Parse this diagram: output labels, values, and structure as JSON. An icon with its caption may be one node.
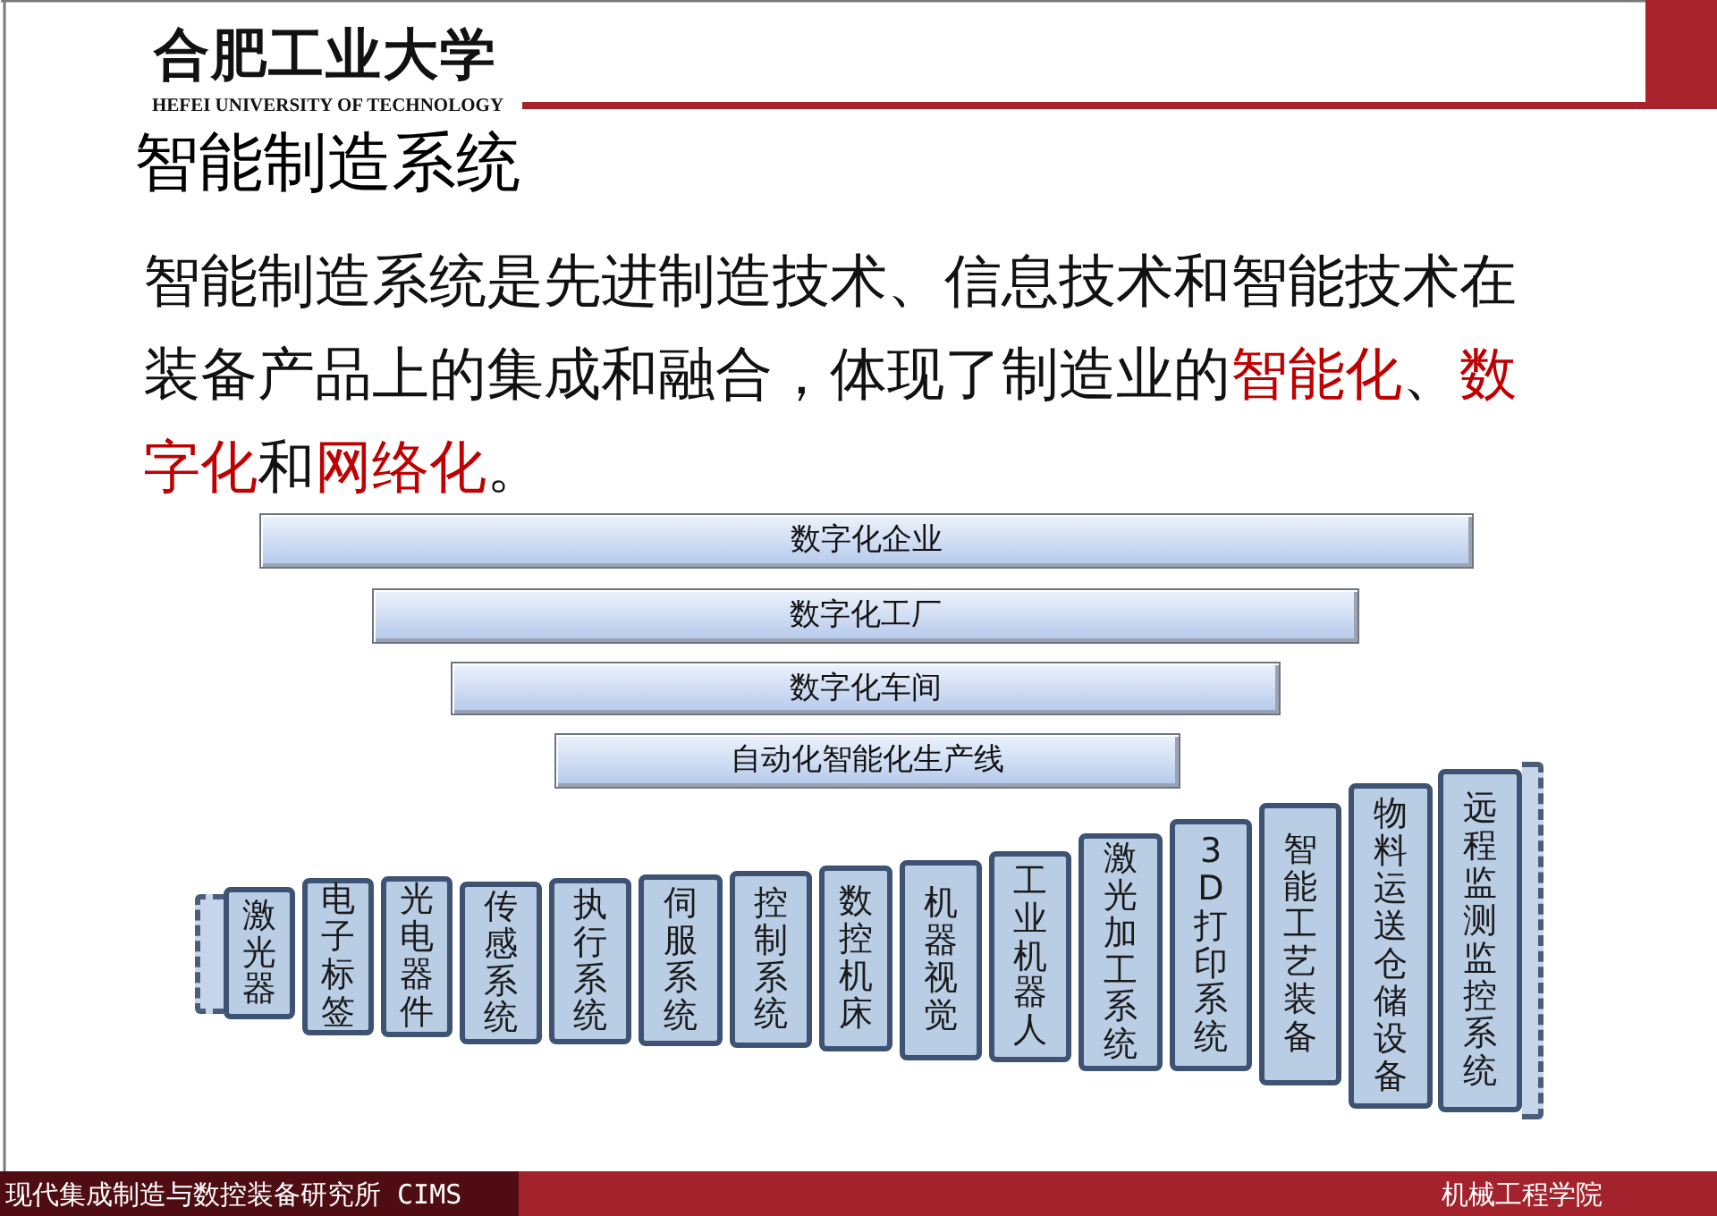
{
  "diagram": {
    "title": "智能制造系统",
    "nodes": [
      {
        "text": [
          "数字化企业"
        ]
      },
      {
        "text": [
          "数字化工厂"
        ]
      },
      {
        "text": [
          "数字化车间"
        ]
      },
      {
        "text": [
          "自动化智能化生产线"
        ]
      },
      {
        "text": [],
        "shape": "box"
      },
      {
        "text": [
          "激光器"
        ]
      },
      {
        "text": [
          "电子标签"
        ]
      },
      {
        "text": [
          "光电器件"
        ]
      },
      {
        "text": [
          "传感系统"
        ]
      },
      {
        "text": [
          "执行系统"
        ]
      },
      {
        "text": [
          "伺服系统"
        ]
      },
      {
        "text": [
          "控制系统"
        ]
      },
      {
        "text": [
          "数控机床"
        ]
      },
      {
        "text": [
          "机器视觉"
        ]
      },
      {
        "text": [
          "工业机器人"
        ]
      },
      {
        "text": [
          "激光加工系统"
        ]
      },
      {
        "text": [
          "3D打印系统"
        ]
      },
      {
        "text": [
          "智能工艺装备"
        ]
      },
      {
        "text": [
          "物料运送仓储设备"
        ]
      },
      {
        "text": [
          "远程监测监控系统"
        ]
      },
      {
        "text": [],
        "shape": "box"
      }
    ],
    "edges": [],
    "labels": [
      "合肥工业大学",
      "HEFEI UNIVERSITY OF TECHNOLOGY",
      "智能制造系统是先进制造技术、信息技术和智能技术在装备产品上的集成和融合，体现了制造业的**智能化**、**数字化**和**网络化**。",
      "现代集成制造与数控装备研究所 CIMS",
      "机械工程学院"
    ]
  }
}
